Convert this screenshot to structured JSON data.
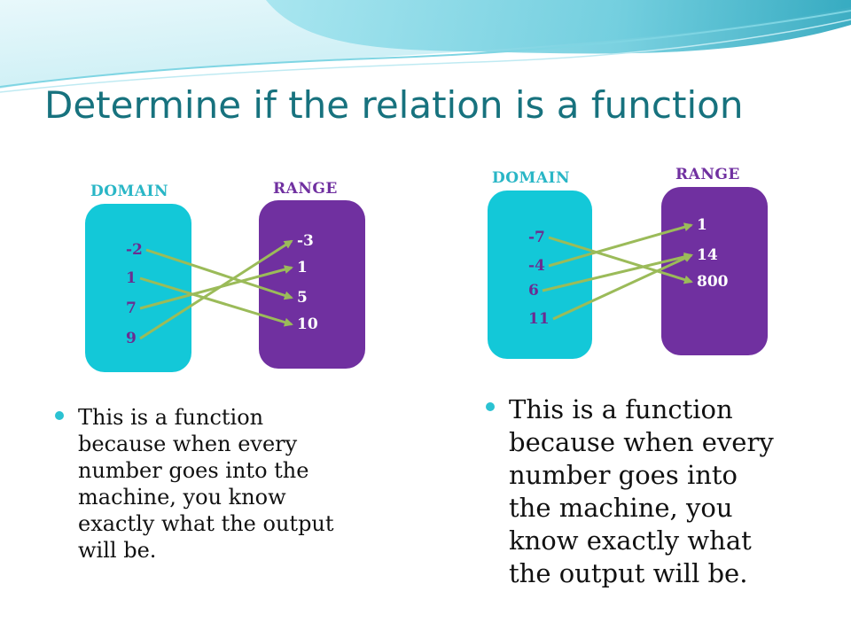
{
  "slide": {
    "title": "Determine if the relation is a function",
    "colors": {
      "title": "#17727e",
      "domain_oval": "#13c8d8",
      "range_oval": "#7030a0",
      "arrow": "#9bbb59",
      "bullet": "#2bc2d2"
    }
  },
  "diagrams": [
    {
      "domain_label": "DOMAIN",
      "range_label": "RANGE",
      "domain": [
        "-2",
        "1",
        "7",
        "9"
      ],
      "range": [
        "-3",
        "1",
        "5",
        "10"
      ],
      "mappings": [
        [
          "-2",
          "5"
        ],
        [
          "1",
          "10"
        ],
        [
          "7",
          "1"
        ],
        [
          "9",
          "-3"
        ]
      ]
    },
    {
      "domain_label": "DOMAIN",
      "range_label": "RANGE",
      "domain": [
        "-7",
        "-4",
        "6",
        "11"
      ],
      "range": [
        "1",
        "14",
        "800"
      ],
      "mappings": [
        [
          "-7",
          "800"
        ],
        [
          "-4",
          "1"
        ],
        [
          "6",
          "14"
        ],
        [
          "11",
          "14"
        ]
      ]
    }
  ],
  "bullets": [
    {
      "text": "This is a function because when every number goes into the machine, you know exactly what the output will be."
    },
    {
      "text": "This is a function because when every number goes into the machine, you know exactly what the output will be."
    }
  ]
}
